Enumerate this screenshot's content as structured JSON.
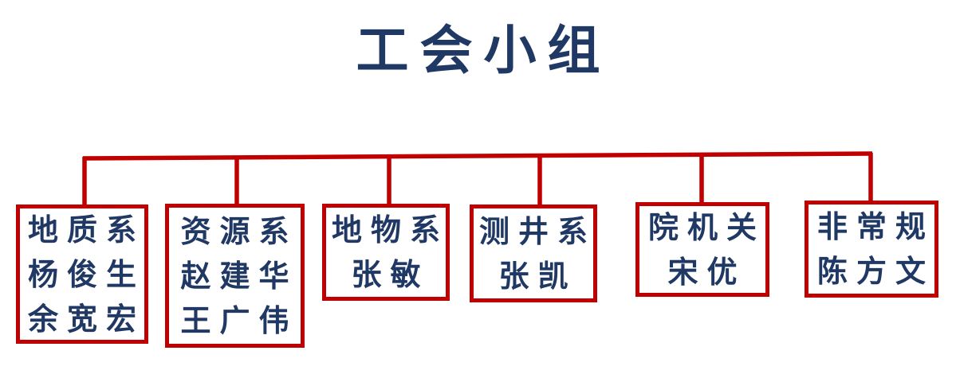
{
  "title": "工会小组",
  "colors": {
    "line": "#c00000",
    "box_border": "#c00000",
    "text": "#1f3864",
    "background": "#ffffff"
  },
  "groups": [
    {
      "department": "地质系",
      "members": [
        "杨俊生",
        "余宽宏"
      ]
    },
    {
      "department": "资源系",
      "members": [
        "赵建华",
        "王广伟"
      ]
    },
    {
      "department": "地物系",
      "members": [
        "张敏"
      ]
    },
    {
      "department": "测井系",
      "members": [
        "张凯"
      ]
    },
    {
      "department": "院机关",
      "members": [
        "宋优"
      ]
    },
    {
      "department": "非常规",
      "members": [
        "陈方文"
      ]
    }
  ]
}
